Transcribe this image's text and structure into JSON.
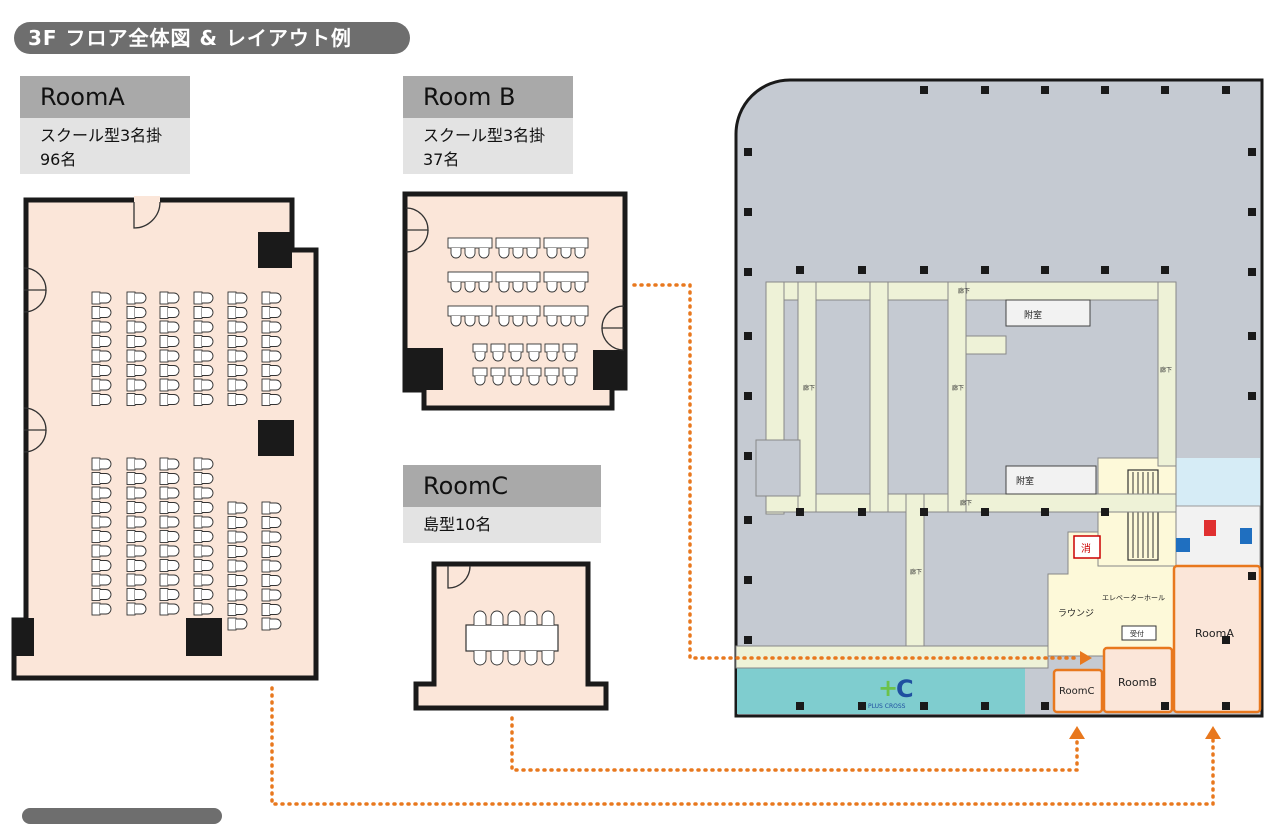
{
  "page": {
    "title": "3F フロア全体図 & レイアウト例"
  },
  "rooms": {
    "a": {
      "name": "RoomA",
      "layout": "スクール型3名掛",
      "capacity": "96名"
    },
    "b": {
      "name": "Room B",
      "layout": "スクール型3名掛",
      "capacity": "37名"
    },
    "c": {
      "name": "RoomC",
      "layout": "島型10名"
    }
  },
  "floor_map": {
    "corridor": "廊下",
    "annex": "附室",
    "elevator_hall": "エレベーターホール",
    "lounge": "ラウンジ",
    "reception": "受付",
    "fire_hydrant": "消",
    "brand": "PLUS CROSS",
    "room_a": "RoomA",
    "room_b": "RoomB",
    "room_c": "RoomC"
  },
  "colors": {
    "room_fill": "#fbe6d9",
    "wall": "#1a1a1a",
    "building_fill": "#c5cad2",
    "corridor_fill": "#eef2d7",
    "lobby_fill": "#fdf9d9",
    "teal_strip": "#7fcdcf",
    "accent_orange": "#e8781e",
    "header_gray": "#a9a9a9",
    "sub_gray": "#e3e3e3"
  }
}
